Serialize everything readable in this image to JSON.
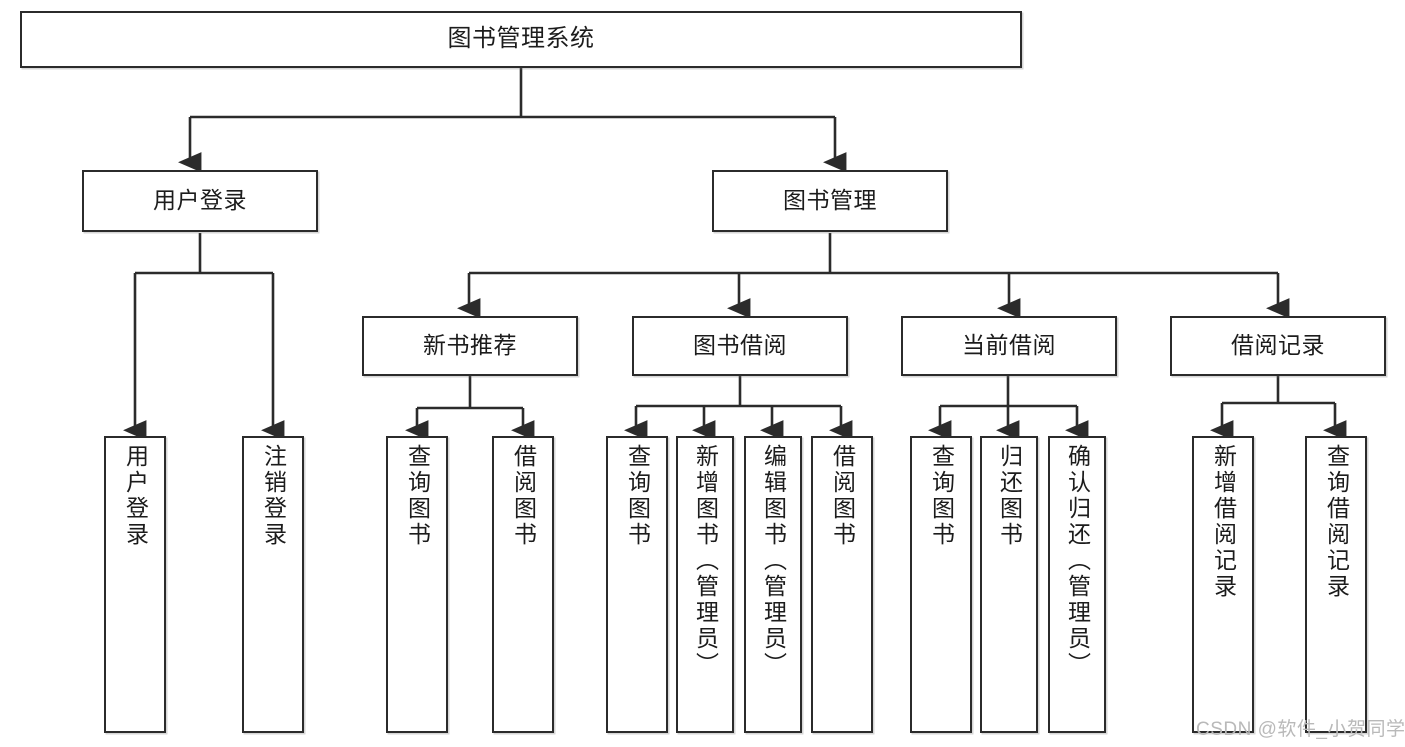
{
  "diagram": {
    "type": "tree-hierarchy-chart",
    "title": "图书管理系统",
    "style": {
      "background": "#ffffff",
      "box_border": "#2b2b2b",
      "box_fill": "#ffffff",
      "text_color": "#1c1c1c",
      "connector": "#2b2b2b",
      "watermark_color": "#b9b9b9"
    },
    "levels": {
      "root": {
        "label": "图书管理系统"
      },
      "level2": [
        {
          "label": "用户登录"
        },
        {
          "label": "图书管理"
        }
      ],
      "level3": [
        {
          "label": "新书推荐"
        },
        {
          "label": "图书借阅"
        },
        {
          "label": "当前借阅"
        },
        {
          "label": "借阅记录"
        }
      ],
      "leaves": {
        "user_login": [
          {
            "label": "用户登录"
          },
          {
            "label": "注销登录"
          }
        ],
        "new_book_recommend": [
          {
            "label": "查询图书"
          },
          {
            "label": "借阅图书"
          }
        ],
        "book_borrow": [
          {
            "label": "查询图书"
          },
          {
            "label": "新增图书（管理员）"
          },
          {
            "label": "编辑图书（管理员）"
          },
          {
            "label": "借阅图书"
          }
        ],
        "current_borrow": [
          {
            "label": "查询图书"
          },
          {
            "label": "归还图书"
          },
          {
            "label": "确认归还（管理员）"
          }
        ],
        "borrow_record": [
          {
            "label": "新增借阅记录"
          },
          {
            "label": "查询借阅记录"
          }
        ]
      }
    },
    "watermark": "CSDN @软件_小贺同学"
  }
}
